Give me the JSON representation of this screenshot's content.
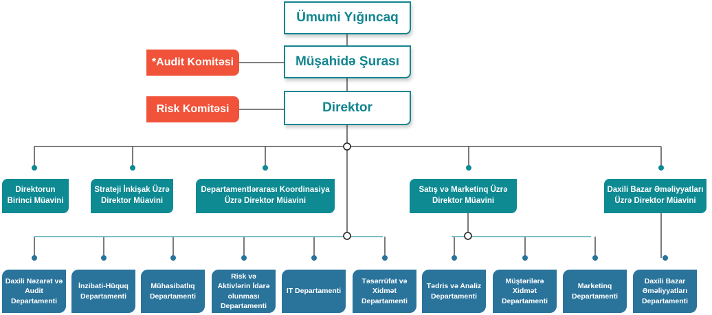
{
  "top": [
    "Ümumi Yığıncaq",
    "Müşahidə Şurası",
    "Direktor"
  ],
  "committees": [
    "*Audit Komitəsi",
    "Risk Komitəsi"
  ],
  "deputies": [
    "Direktorun Birinci Müavini",
    "Strateji İnkişak Üzrə Direktor Müavini",
    "Departamentlərarası Koordinasiya Üzrə Direktor Müavini",
    "Satış və Marketinq Üzrə Direktor Müavini",
    "Daxili Bazar Əməliyyatları Üzrə Direktor Müavini"
  ],
  "departments": [
    "Daxili Nəzarət və Audit Departamenti",
    "İnzibati-Hüquq Departamenti",
    "Mühasibatlıq Departamenti",
    "Risk və Aktivlərin İdarə olunması Departamenti",
    "IT Departamenti",
    "Təsərrüfat və Xidmət Departamenti",
    "Tədris və Analiz Departamenti",
    "Müştərilərə Xidmət Departamenti",
    "Marketinq Departamenti",
    "Daxili Bazar Əməliyyatları Departamenti"
  ],
  "colors": {
    "teal": "#0e8a93",
    "red": "#f0533a",
    "blue": "#2a739b"
  }
}
